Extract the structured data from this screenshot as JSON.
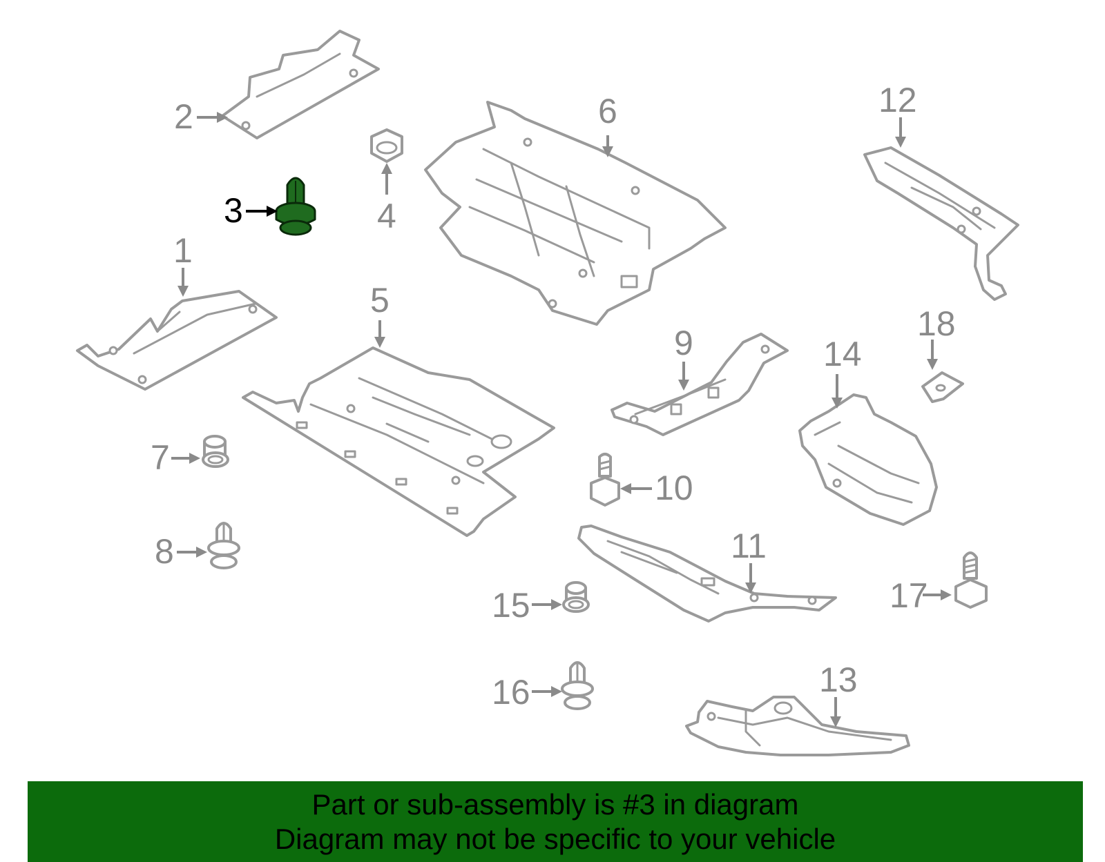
{
  "callouts": {
    "c1": "1",
    "c2": "2",
    "c3": "3",
    "c4": "4",
    "c5": "5",
    "c6": "6",
    "c7": "7",
    "c8": "8",
    "c9": "9",
    "c10": "10",
    "c11": "11",
    "c12": "12",
    "c13": "13",
    "c14": "14",
    "c15": "15",
    "c16": "16",
    "c17": "17",
    "c18": "18"
  },
  "highlighted_part": "3",
  "colors": {
    "highlight": "#1f6b1f",
    "banner": "#0c6b0c",
    "line": "#9a9a9a"
  },
  "banner": {
    "line1": "Part or sub-assembly is #3 in diagram",
    "line2": "Diagram may not be specific to your vehicle"
  }
}
